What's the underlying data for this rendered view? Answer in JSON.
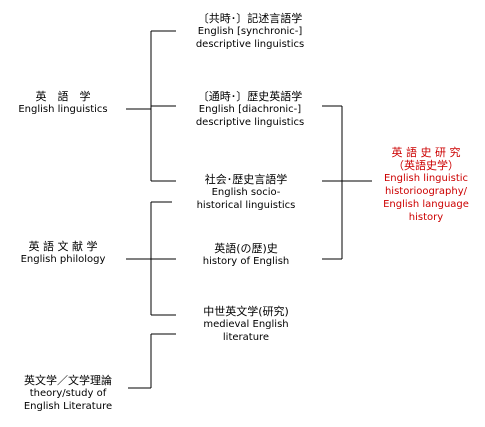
{
  "colors": {
    "line": "#000000",
    "text": "#000000",
    "highlight": "#cc0000"
  },
  "fields": {
    "english_linguistics": {
      "jp": "英　語　学",
      "en": "English linguistics"
    },
    "english_philology": {
      "jp": "英 語 文 献 学",
      "en": "English philology"
    },
    "english_literature_theory": {
      "jp": "英文学／文学理論",
      "en1": "theory/study of",
      "en2": "English Literature"
    }
  },
  "subfields": {
    "synchronic": {
      "jp": "〔共時･〕記述言語学",
      "en1": "English [synchronic-]",
      "en2": "descriptive linguistics"
    },
    "diachronic": {
      "jp": "〔通時･〕歴史英語学",
      "en1": "English [diachronic-]",
      "en2": "descriptive linguistics"
    },
    "sociohistorical": {
      "jp": "社会･歴史言語学",
      "en1": "English socio-",
      "en2": "historical linguistics"
    },
    "history_of_english": {
      "jp": "英語(の歴)史",
      "en1": "history of English"
    },
    "medieval_literature": {
      "jp": "中世英文学(研究)",
      "en1": "medieval English",
      "en2": "literature"
    }
  },
  "result": {
    "jp1": "英 語 史 研 究",
    "jp2": "（英語史学）",
    "en1": "English linguistic",
    "en2": "historioography/",
    "en3": "English language",
    "en4": "history"
  }
}
